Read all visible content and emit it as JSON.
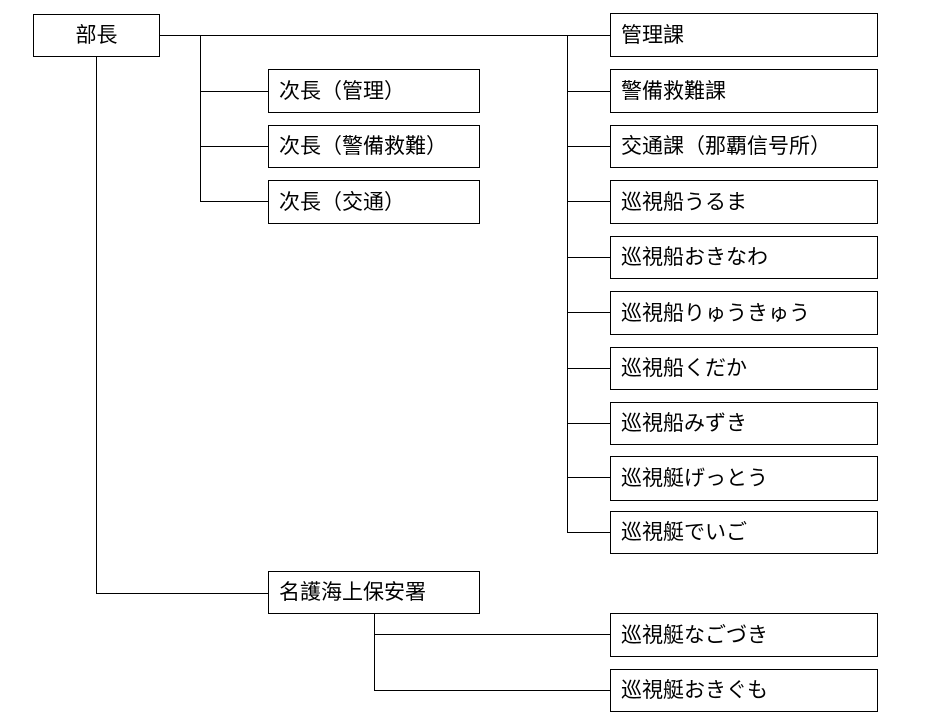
{
  "chart": {
    "head": "部長",
    "deputies": [
      "次長（管理）",
      "次長（警備救難）",
      "次長（交通）"
    ],
    "divisions": [
      "管理課",
      "警備救難課",
      "交通課（那覇信号所）",
      "巡視船うるま",
      "巡視船おきなわ",
      "巡視船りゅうきゅう",
      "巡視船くだか",
      "巡視船みずき",
      "巡視艇げっとう",
      "巡視艇でいご"
    ],
    "sub_office": "名護海上保安署",
    "sub_units": [
      "巡視艇なごづき",
      "巡視艇おきぐも"
    ]
  }
}
